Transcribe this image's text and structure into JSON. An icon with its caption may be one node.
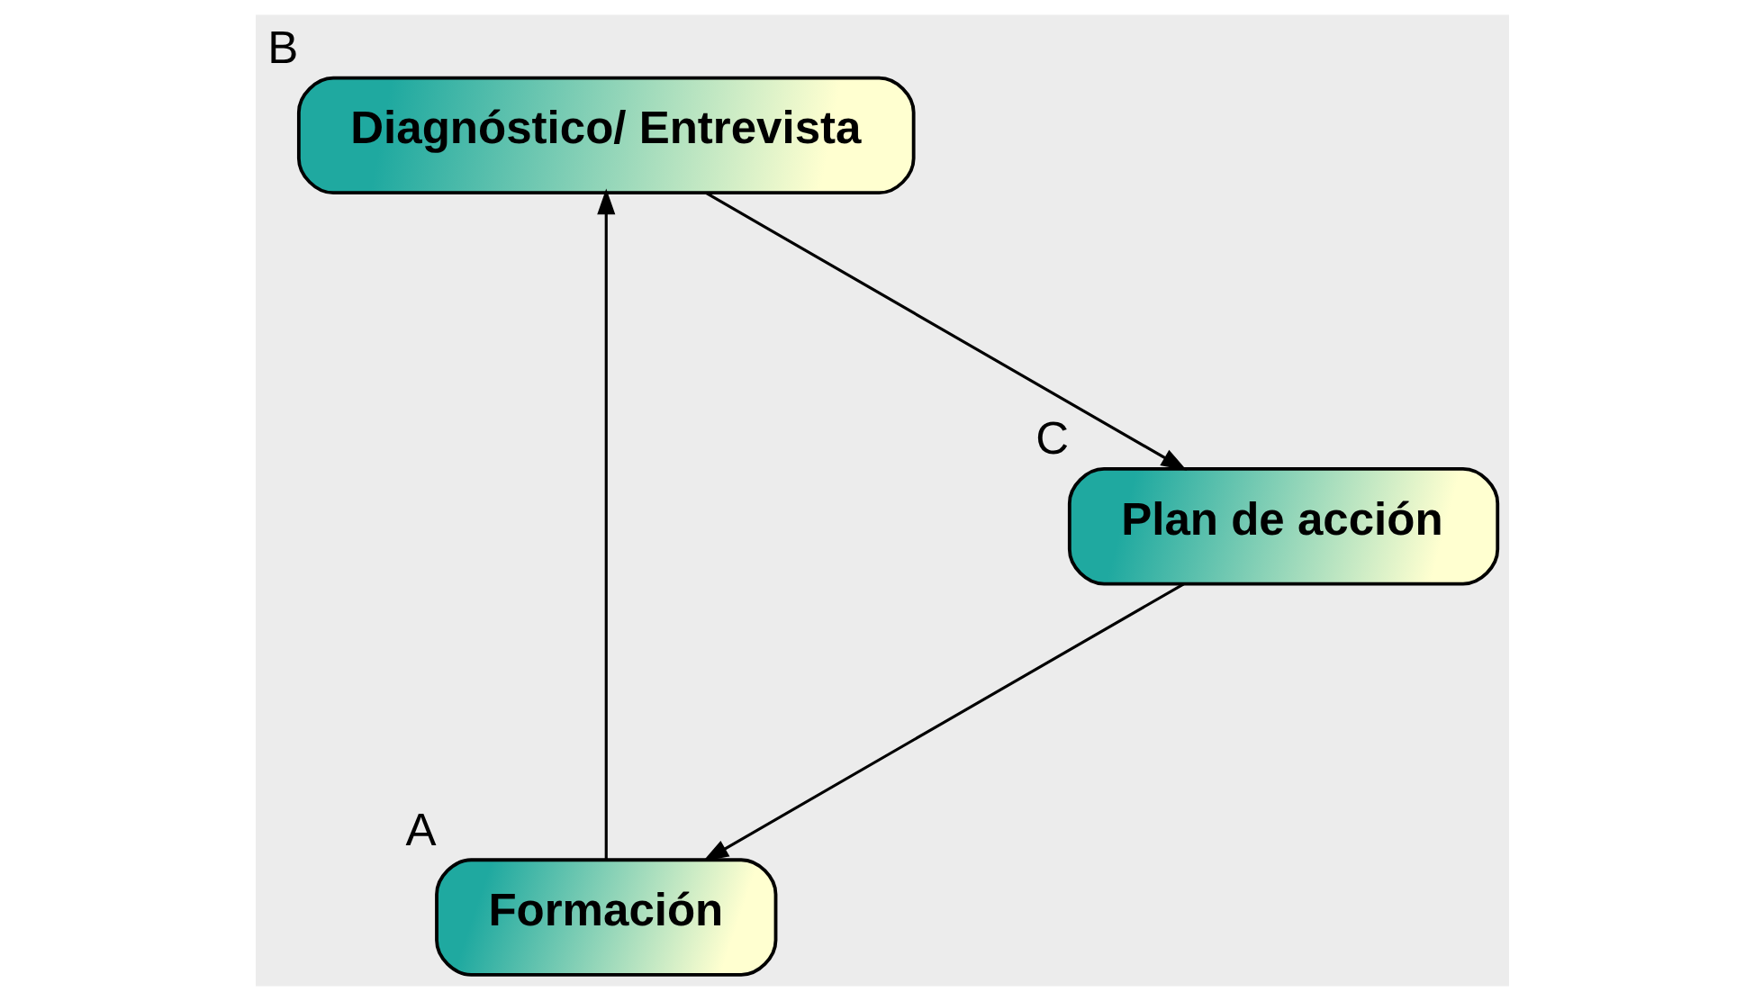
{
  "diagram": {
    "nodes": [
      {
        "text": [
          "Formación"
        ],
        "beside": [
          "A"
        ]
      },
      {
        "text": [
          "Diagnóstico/ Entrevista"
        ],
        "beside": [
          "B"
        ]
      },
      {
        "text": [
          "Plan de acción"
        ],
        "beside": [
          "C"
        ]
      }
    ],
    "edges": [
      {
        "from": 0,
        "to": 1,
        "arrow": "to"
      },
      {
        "from": 1,
        "to": 2,
        "arrow": "to"
      },
      {
        "from": 2,
        "to": 0,
        "arrow": "to"
      }
    ]
  }
}
